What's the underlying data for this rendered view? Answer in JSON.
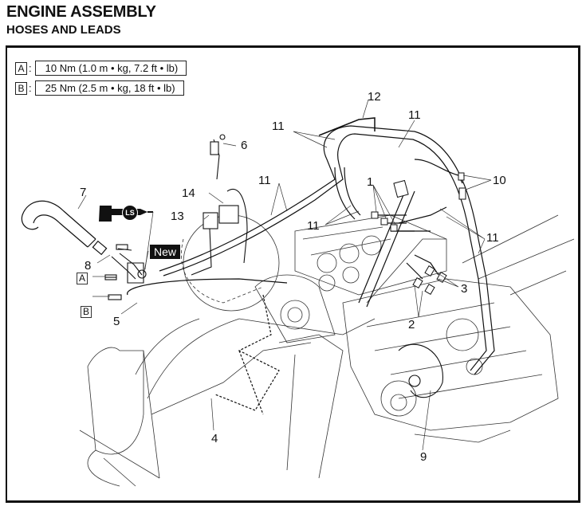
{
  "header": {
    "title": "ENGINE ASSEMBLY",
    "subtitle": "HOSES AND LEADS"
  },
  "torque_specs": [
    {
      "key": "A",
      "value": "10 Nm (1.0 m • kg, 7.2 ft • lb)"
    },
    {
      "key": "B",
      "value": "25 Nm (2.5 m • kg, 18 ft • lb)"
    }
  ],
  "callouts": {
    "c1": "1",
    "c2": "2",
    "c3": "3",
    "c4": "4",
    "c5": "5",
    "c6": "6",
    "c7": "7",
    "c8": "8",
    "c9": "9",
    "c10": "10",
    "c11a": "11",
    "c11b": "11",
    "c11c": "11",
    "c11d": "11",
    "c11e": "11",
    "c12": "12",
    "c13": "13",
    "c14": "14"
  },
  "bolt_keys": {
    "a": "A",
    "b": "B"
  },
  "symbols": {
    "new_badge": "New",
    "lubricant": "LS",
    "lubricant_icon": "grease-gun-icon"
  }
}
